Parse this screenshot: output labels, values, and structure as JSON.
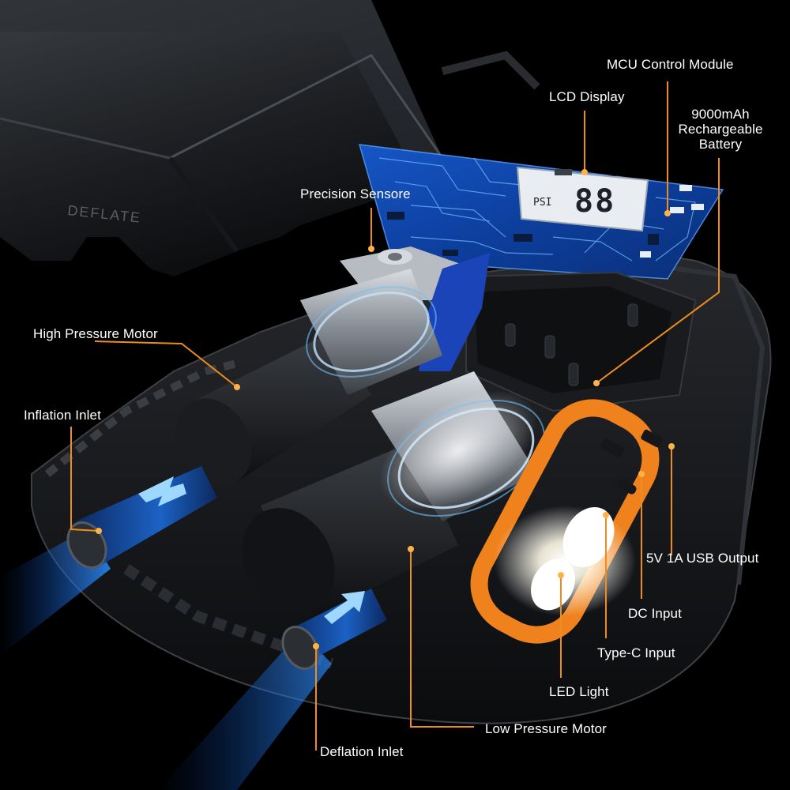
{
  "product_markings": {
    "deflate_embossing": "DEFLATE",
    "lcd_unit": "PSI",
    "lcd_digits": "88"
  },
  "callouts": {
    "mcu_control_module": "MCU Control Module",
    "lcd_display": "LCD Display",
    "battery_line1": "9000mAh",
    "battery_line2": "Rechargeable",
    "battery_line3": "Battery",
    "precision_sensore": "Precision Sensore",
    "high_pressure_motor": "High Pressure Motor",
    "inflation_inlet": "Inflation Inlet",
    "usb_output": "5V 1A USB Output",
    "dc_input": "DC Input",
    "type_c_input": "Type-C Input",
    "led_light": "LED Light",
    "low_pressure_motor": "Low Pressure Motor",
    "deflation_inlet": "Deflation Inlet"
  },
  "colors": {
    "background": "#000000",
    "leader_line": "#f08c1e",
    "bracket": "#f0821e",
    "pcb_blue": "#0d3f9e",
    "airflow_blue": "#2a8cff"
  }
}
